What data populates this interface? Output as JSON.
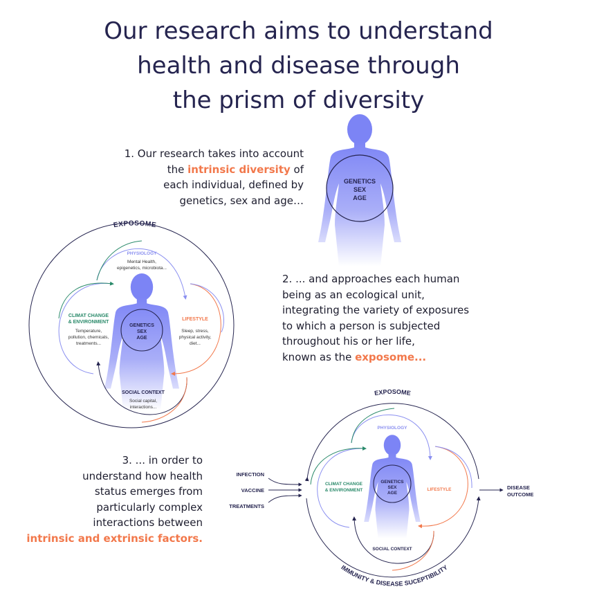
{
  "title": {
    "lines": [
      "Our research aims to understand",
      "health and disease through",
      "the prism of diversity"
    ]
  },
  "step1": {
    "line1": "1. Our research takes into account",
    "line2_pre": "the ",
    "line2_hl": "intrinsic diversity",
    "line2_post": " of",
    "line3": "each individual, defined by",
    "line4": "genetics, sex and age…"
  },
  "step2": {
    "line1": "2. ... and approaches each human",
    "line2": "being as an ecological unit,",
    "line3": "integrating the variety of exposures",
    "line4": "to which a person is subjected",
    "line5": "throughout his or her life,",
    "line6_pre": "known as the ",
    "line6_hl": "exposome..."
  },
  "step3": {
    "line1": "3. ... in order to",
    "line2": "understand how health",
    "line3": "status emerges from",
    "line4": "particularly complex",
    "line5": "interactions between",
    "line6_hl": "intrinsic and extrinsic factors."
  },
  "core": {
    "genetics": "GENETICS",
    "sex": "SEX",
    "age": "AGE"
  },
  "exposome_diagram": {
    "title": "EXPOSOME",
    "physiology": {
      "label": "PHYSIOLOGY",
      "desc1": "Mental Health,",
      "desc2": "epigenetics, microbiota..."
    },
    "climate": {
      "label1": "CLIMAT CHANGE",
      "label2": "& ENVIRONMENT",
      "desc1": "Temperature,",
      "desc2": "pollution, chemicals,",
      "desc3": "treatments..."
    },
    "lifestyle": {
      "label": "LIFESTYLE",
      "desc1": "Sleep, stress,",
      "desc2": "physical activity,",
      "desc3": "diet..."
    },
    "social": {
      "label": "SOCIAL CONTEXT",
      "desc1": "Social capital,",
      "desc2": "interactions..."
    }
  },
  "outcome_diagram": {
    "title": "EXPOSOME",
    "physiology": "PHYSIOLOGY",
    "climate1": "CLIMAT CHANGE",
    "climate2": "& ENVIRONMENT",
    "lifestyle": "LIFESTYLE",
    "social": "SOCIAL CONTEXT",
    "inputs": [
      "INFECTION",
      "VACCINE",
      "TREATMENTS"
    ],
    "outcome1": "DISEASE",
    "outcome2": "OUTCOME",
    "immunity": "IMMUNITY & DISEASE SUCEPTIBILITY"
  },
  "colors": {
    "navy": "#25244f",
    "orange": "#f2784b",
    "green": "#2a8a6a",
    "lavender": "#8a8ff0",
    "figure": "#7c84f5"
  }
}
